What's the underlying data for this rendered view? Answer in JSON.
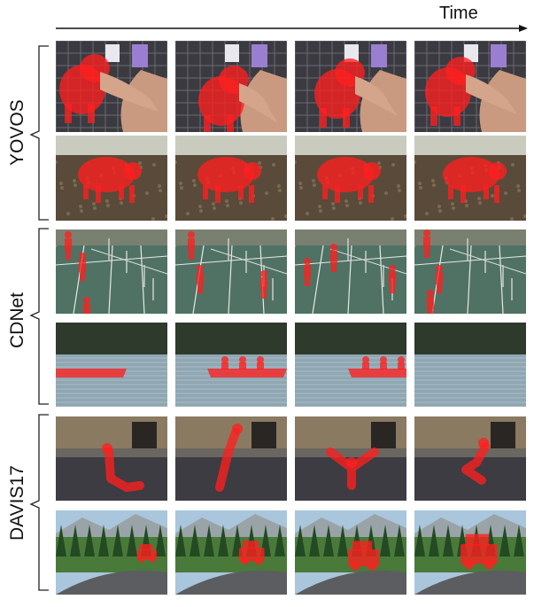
{
  "axis": {
    "time_label": "Time"
  },
  "groups": [
    {
      "label": "YOVOS",
      "rows": [
        {
          "content": "cat held in hands, red mask on cat",
          "frames": 4
        },
        {
          "content": "pig walking on dirt, red mask on pig",
          "frames": 4
        }
      ]
    },
    {
      "label": "CDNet",
      "rows": [
        {
          "content": "badminton court with players, red masks on players",
          "frames": 4
        },
        {
          "content": "canoe on lake, red mask on canoe and rowers",
          "frames": 4
        }
      ]
    },
    {
      "label": "DAVIS17",
      "rows": [
        {
          "content": "breakdancer on pavement, red mask on dancer",
          "frames": 4
        },
        {
          "content": "white car on mountain road, red mask on car",
          "frames": 4
        }
      ]
    }
  ],
  "colors": {
    "mask": "#ff1f1f",
    "mask_alpha": 0.78,
    "bracket": "#222222",
    "arrow": "#111111"
  }
}
